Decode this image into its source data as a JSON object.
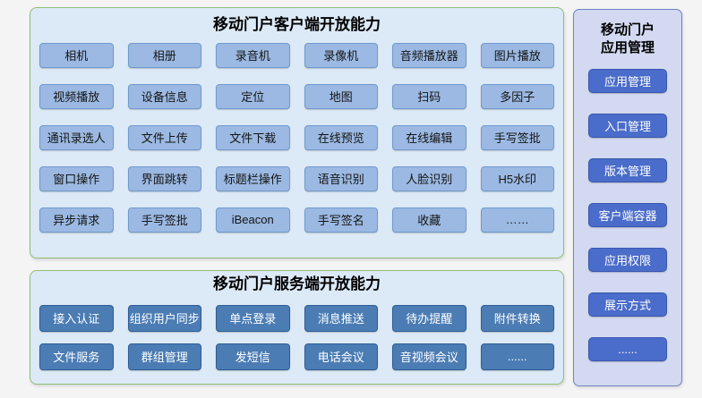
{
  "colors": {
    "page_bg": "#f4f4f5",
    "panel_bg": "#dce9f6",
    "panel_border_green": "#8fbf77",
    "client_chip_bg": "#9bb9e2",
    "client_chip_border": "#6f9ad0",
    "client_chip_text": "#141414",
    "server_chip_bg": "#4b7cb4",
    "server_chip_border": "#2e5d96",
    "sidebar_bg": "#d2d9f1",
    "sidebar_border": "#7083c2",
    "sidebar_chip_bg": "#4a6cca",
    "chip_text_light": "#ffffff"
  },
  "client_panel": {
    "title": "移动门户客户端开放能力",
    "buttons": [
      "相机",
      "相册",
      "录音机",
      "录像机",
      "音频播放器",
      "图片播放",
      "视频播放",
      "设备信息",
      "定位",
      "地图",
      "扫码",
      "多因子",
      "通讯录选人",
      "文件上传",
      "文件下载",
      "在线预览",
      "在线编辑",
      "手写签批",
      "窗口操作",
      "界面跳转",
      "标题栏操作",
      "语音识别",
      "人脸识别",
      "H5水印",
      "异步请求",
      "手写签批",
      "iBeacon",
      "手写签名",
      "收藏",
      "……"
    ]
  },
  "server_panel": {
    "title": "移动门户服务端开放能力",
    "buttons": [
      "接入认证",
      "组织用户同步",
      "单点登录",
      "消息推送",
      "待办提醒",
      "附件转换",
      "文件服务",
      "群组管理",
      "发短信",
      "电话会议",
      "音视频会议",
      "......"
    ]
  },
  "sidebar": {
    "title": "移动门户\n应用管理",
    "buttons": [
      "应用管理",
      "入口管理",
      "版本管理",
      "客户端容器",
      "应用权限",
      "展示方式",
      "......"
    ]
  }
}
